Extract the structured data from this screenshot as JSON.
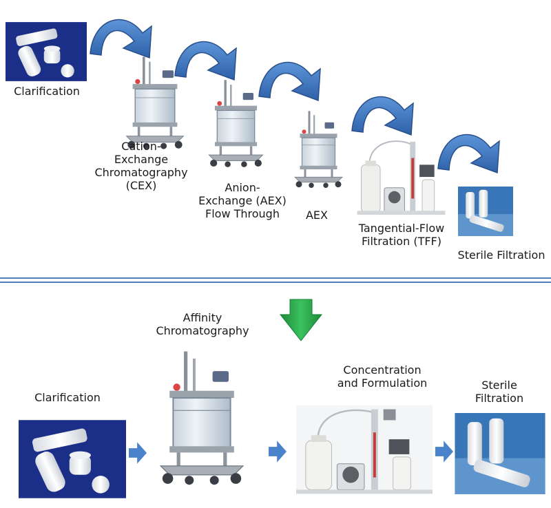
{
  "top": {
    "clarification": "Clarification",
    "cex": [
      "Cation-",
      "Exchange",
      "Chromatography",
      "(CEX)"
    ],
    "aex_ft": [
      "Anion-",
      "Exchange (AEX)",
      "Flow Through"
    ],
    "aex": "AEX",
    "tff": [
      "Tangential-Flow",
      "Filtration (TFF)"
    ],
    "sterile": "Sterile Filtration"
  },
  "bottom": {
    "clarification": "Clarification",
    "affinity": [
      "Affinity",
      "Chromatography"
    ],
    "concentration": [
      "Concentration",
      "and Formulation"
    ],
    "sterile": [
      "Sterile",
      "Filtration"
    ]
  },
  "colors": {
    "arrow_blue": "#3d76c2",
    "arrow_green": "#27a84a",
    "photo_bg_dark": "#1b2e88",
    "divider": "#4f7fb8"
  },
  "icons": {
    "curved_arrow": "curved-arrow-icon",
    "step_arrow": "right-arrow-icon",
    "down_arrow": "down-arrow-icon"
  }
}
